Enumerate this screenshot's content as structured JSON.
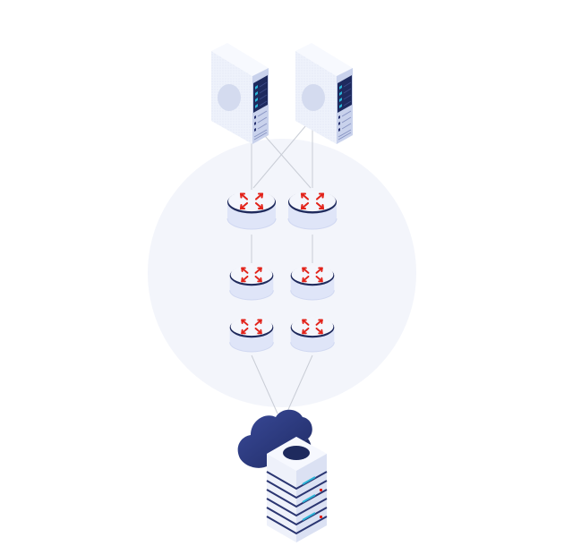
{
  "diagram": {
    "nodes": [
      {
        "id": "server-left",
        "kind": "rack-server"
      },
      {
        "id": "server-right",
        "kind": "rack-server"
      },
      {
        "id": "router-tier1-left",
        "kind": "router"
      },
      {
        "id": "router-tier1-right",
        "kind": "router"
      },
      {
        "id": "router-tier2-left",
        "kind": "router"
      },
      {
        "id": "router-tier2-right",
        "kind": "router"
      },
      {
        "id": "router-tier3-left",
        "kind": "router"
      },
      {
        "id": "router-tier3-right",
        "kind": "router"
      },
      {
        "id": "cloud-datacenter",
        "kind": "cloud-server-stack"
      }
    ],
    "links": [
      [
        "server-left",
        "router-tier1-left"
      ],
      [
        "server-left",
        "router-tier1-right"
      ],
      [
        "server-right",
        "router-tier1-left"
      ],
      [
        "server-right",
        "router-tier1-right"
      ],
      [
        "router-tier1-left",
        "router-tier2-left"
      ],
      [
        "router-tier1-right",
        "router-tier2-right"
      ],
      [
        "router-tier3-left",
        "cloud-datacenter"
      ],
      [
        "router-tier3-right",
        "cloud-datacenter"
      ]
    ],
    "icons": {
      "router": "router-arrows-icon",
      "server": "rack-server-icon",
      "cloud": "cloud-icon"
    }
  },
  "colors": {
    "background_circle": "#f3f5fb",
    "connector": "#c9cdd6",
    "router_top": "#f4f6fc",
    "router_side": "#dfe5f8",
    "router_rim": "#1f2a5c",
    "router_arrows": "#e2231a",
    "server_front": "#eef2fb",
    "server_side": "#c9d2ec",
    "server_panel": "#1e2a5e",
    "server_led": "#2ab3d6",
    "cloud": "#2b3a7f",
    "cloud_dark": "#1f2b64",
    "stack_body": "#eef1fa",
    "stack_stripe": "#2a3571"
  }
}
